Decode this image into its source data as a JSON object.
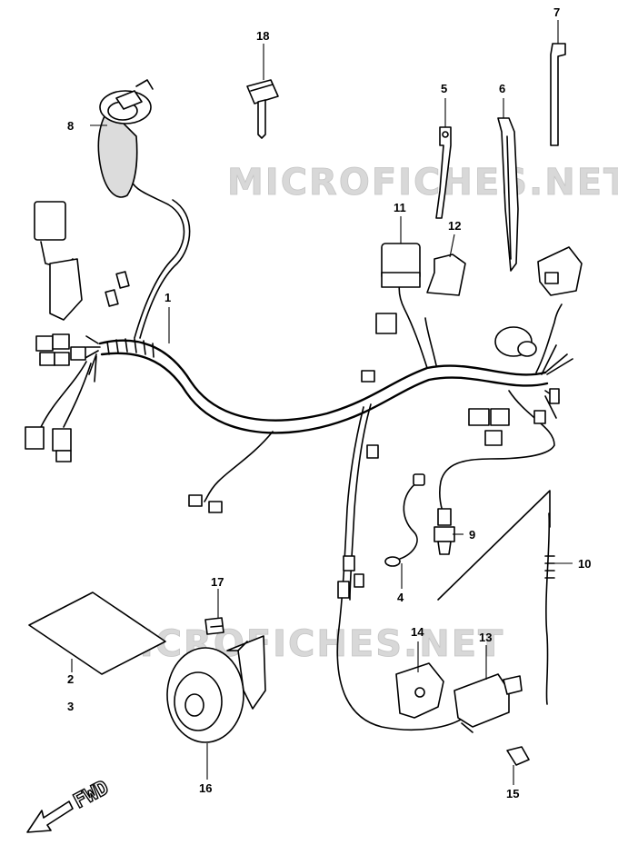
{
  "watermarks": [
    "MICROFICHES.NET",
    "MICROFICHES.NET"
  ],
  "direction_label": "FWD",
  "callouts": {
    "c1": "1",
    "c2": "2",
    "c3": "3",
    "c4": "4",
    "c5": "5",
    "c6": "6",
    "c7": "7",
    "c8": "8",
    "c9": "9",
    "c10": "10",
    "c11": "11",
    "c12": "12",
    "c13": "13",
    "c14": "14",
    "c15": "15",
    "c16": "16",
    "c17": "17",
    "c18": "18"
  }
}
